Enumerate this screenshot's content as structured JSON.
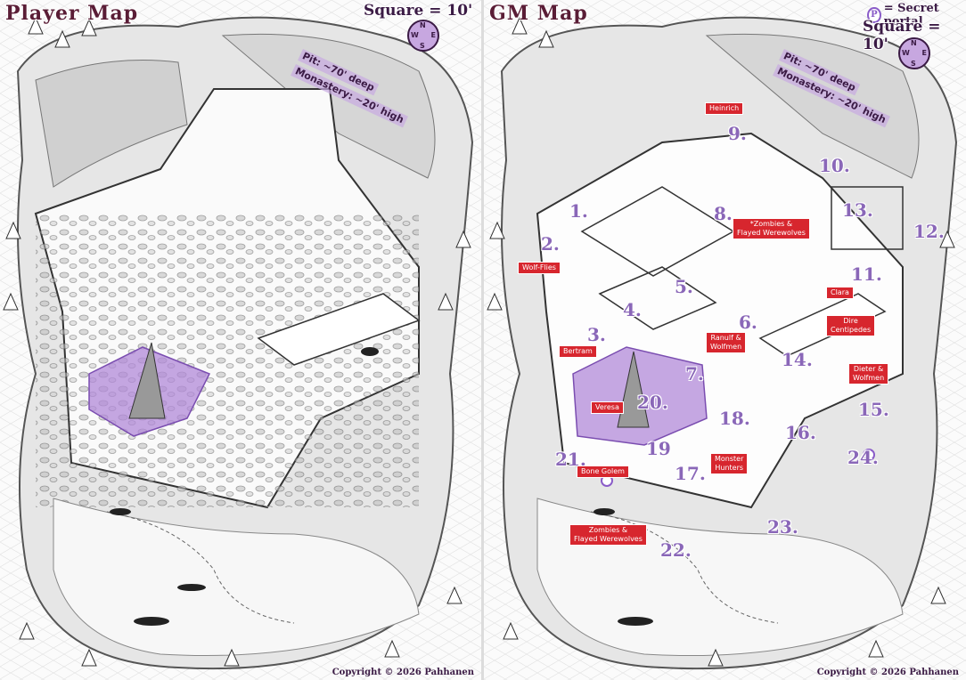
{
  "player_map": {
    "title": "Player Map",
    "scale": "Square = 10'",
    "note_pit": "Pit: ~70' deep",
    "note_monastery": "Monastery: ~20' high",
    "compass": {
      "n": "N",
      "s": "S",
      "e": "E",
      "w": "W"
    },
    "copyright": "Copyright © 2026 Pahhanen"
  },
  "gm_map": {
    "title": "GM Map",
    "legend_text": "= Secret portal",
    "legend_symbol": "P",
    "scale": "Square = 10'",
    "note_pit": "Pit: ~70' deep",
    "note_monastery": "Monastery: ~20' high",
    "compass": {
      "n": "N",
      "s": "S",
      "e": "E",
      "w": "W"
    },
    "copyright": "Copyright © 2026 Pahhanen",
    "room_numbers": [
      "1.",
      "2.",
      "3.",
      "4.",
      "5.",
      "6.",
      "7.",
      "8.",
      "9.",
      "10.",
      "11.",
      "12.",
      "13.",
      "14.",
      "15.",
      "16.",
      "17.",
      "18.",
      "19",
      "20.",
      "21.",
      "22.",
      "23.",
      "24."
    ],
    "labels": {
      "heinrich": "Heinrich",
      "zombies_top": "*Zombies &\nFlayed Werewolves",
      "wolf_flies": "Wolf-Flies",
      "clara": "Clara",
      "bertram": "Bertram",
      "ranulf": "Ranulf &\nWolfmen",
      "dire_centipedes": "Dire\nCentipedes",
      "dieter": "Dieter &\nWolfmen",
      "veresa": "Veresa",
      "monster_hunters": "Monster\nHunters",
      "bone_golem": "Bone Golem",
      "zombies_bottom": "Zombies &\nFlayed Werewolves"
    }
  },
  "colors": {
    "portal_purple": "#8a5cc8",
    "label_red": "#d7262e",
    "title": "#5a1d36"
  }
}
